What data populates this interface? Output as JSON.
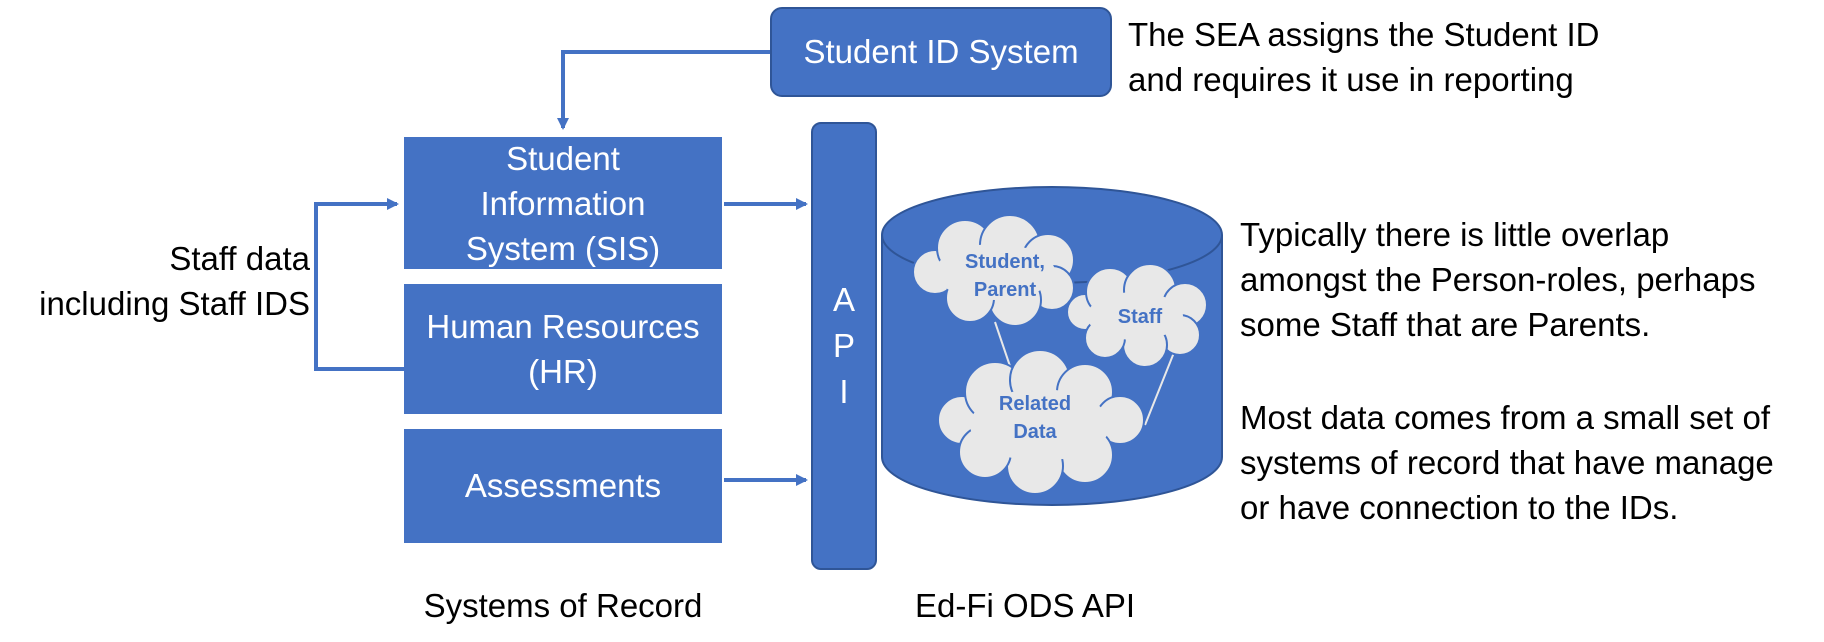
{
  "student_id_system": {
    "label": "Student ID System"
  },
  "sea_note": {
    "line1": "The SEA assigns the Student ID",
    "line2": "and requires it use in reporting"
  },
  "sis": {
    "line1": "Student",
    "line2": "Information",
    "line3": "System (SIS)"
  },
  "hr": {
    "line1": "Human Resources",
    "line2": "(HR)"
  },
  "assessments": {
    "label": "Assessments"
  },
  "api": {
    "letters": [
      "A",
      "P",
      "I"
    ]
  },
  "staff_note": {
    "line1": "Staff data",
    "line2": "including Staff IDS"
  },
  "clouds": {
    "student_parent": {
      "line1": "Student,",
      "line2": "Parent"
    },
    "staff": {
      "label": "Staff"
    },
    "related_data": {
      "line1": "Related",
      "line2": "Data"
    }
  },
  "overlap_note": {
    "line1": "Typically there is little overlap",
    "line2": "amongst the Person-roles, perhaps",
    "line3": "some Staff that are Parents."
  },
  "systems_note": {
    "line1": "Most data comes from a small set of",
    "line2": "systems of record that have manage",
    "line3": "or have connection to the IDs."
  },
  "captions": {
    "systems_of_record": "Systems of Record",
    "edfi_ods_api": "Ed-Fi ODS API"
  },
  "colors": {
    "primary": "#4472c4",
    "border": "#2f5597",
    "cloud_fill": "#e8e8e8",
    "text": "#000000",
    "background": "#ffffff"
  }
}
